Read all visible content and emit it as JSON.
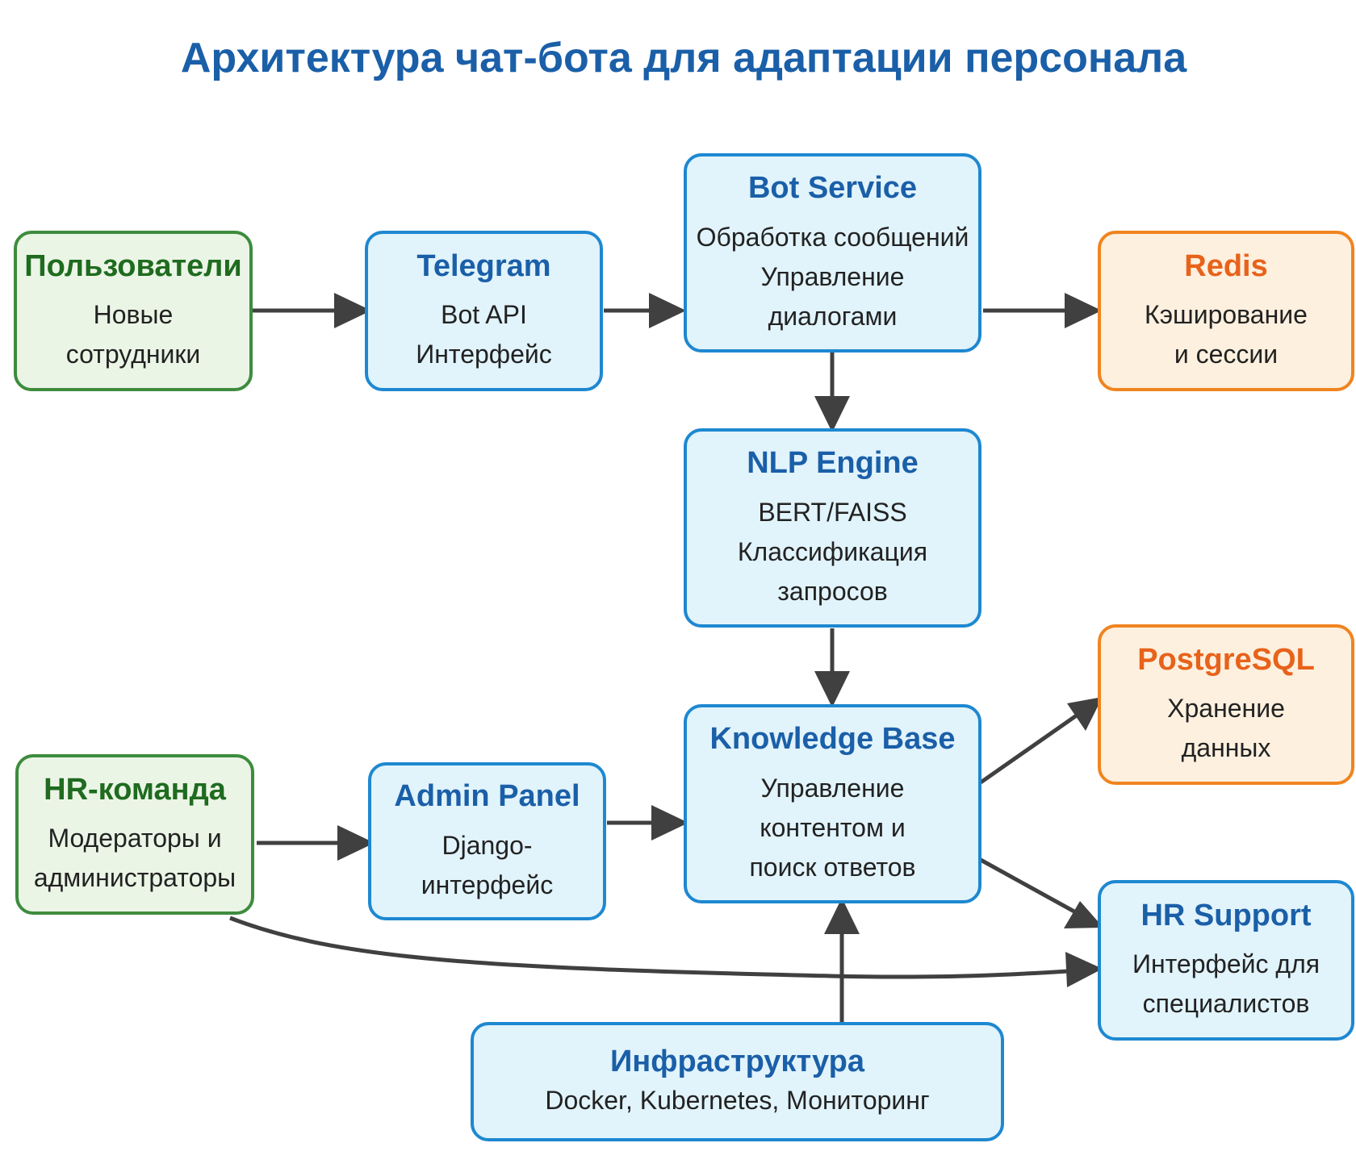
{
  "title": "Архитектура чат-бота для адаптации персонала",
  "colors": {
    "title": "#1a5fa8",
    "user_fill": "#ebf5e6",
    "user_border": "#3d8c3d",
    "user_title": "#1f6b1f",
    "service_fill": "#e1f3fb",
    "service_border": "#1e88d1",
    "service_title": "#1a5fa8",
    "storage_fill": "#fdf0df",
    "storage_border": "#f0841f",
    "storage_title": "#e8621a",
    "edge": "#404040"
  },
  "nodes": {
    "users": {
      "title": "Пользователи",
      "lines": [
        "Новые",
        "сотрудники"
      ]
    },
    "telegram": {
      "title": "Telegram",
      "lines": [
        "Bot API",
        "Интерфейс"
      ]
    },
    "bot": {
      "title": "Bot Service",
      "lines": [
        "Обработка сообщений",
        "Управление",
        "диалогами"
      ]
    },
    "redis": {
      "title": "Redis",
      "lines": [
        "Кэширование",
        "и сессии"
      ]
    },
    "nlp": {
      "title": "NLP Engine",
      "lines": [
        "BERT/FAISS",
        "Классификация",
        "запросов"
      ]
    },
    "postgres": {
      "title": "PostgreSQL",
      "lines": [
        "Хранение",
        "данных"
      ]
    },
    "hrteam": {
      "title": "HR-команда",
      "lines": [
        "Модераторы и",
        "администраторы"
      ]
    },
    "admin": {
      "title": "Admin Panel",
      "lines": [
        "Django-",
        "интерфейс"
      ]
    },
    "kb": {
      "title": "Knowledge Base",
      "lines": [
        "Управление",
        "контентом и",
        "поиск ответов"
      ]
    },
    "hrsupport": {
      "title": "HR Support",
      "lines": [
        "Интерфейс для",
        "специалистов"
      ]
    },
    "infra": {
      "title": "Инфраструктура",
      "lines": [
        "Docker, Kubernetes, Мониторинг"
      ]
    }
  },
  "edges": [
    {
      "from": "users",
      "to": "telegram"
    },
    {
      "from": "telegram",
      "to": "bot"
    },
    {
      "from": "bot",
      "to": "redis"
    },
    {
      "from": "bot",
      "to": "nlp"
    },
    {
      "from": "nlp",
      "to": "kb"
    },
    {
      "from": "kb",
      "to": "postgres"
    },
    {
      "from": "kb",
      "to": "hrsupport"
    },
    {
      "from": "hrteam",
      "to": "admin"
    },
    {
      "from": "admin",
      "to": "kb"
    },
    {
      "from": "hrteam",
      "to": "hrsupport"
    },
    {
      "from": "infra",
      "to": "kb"
    }
  ]
}
